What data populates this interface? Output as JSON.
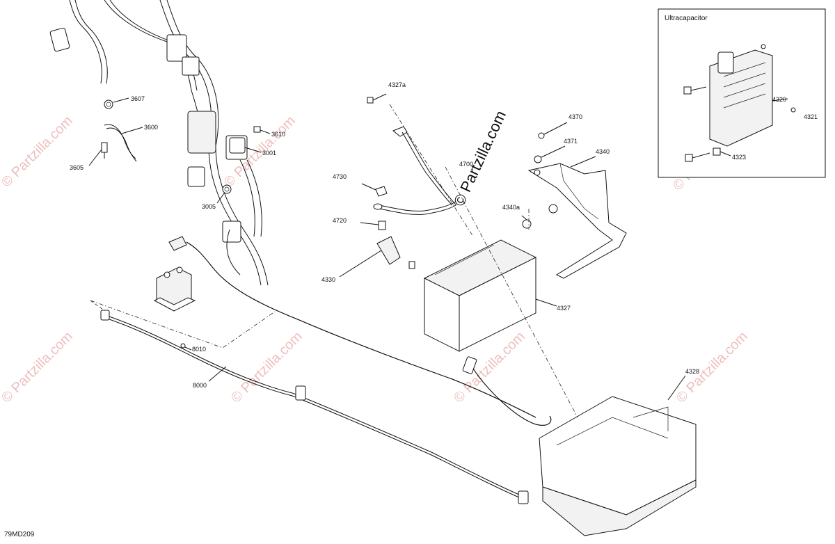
{
  "watermark": "© Partzilla.com",
  "brand": "© Partzilla.com",
  "diagram_ref": "79MD209",
  "inset": {
    "title": "Ultracapacitor"
  },
  "callouts": {
    "c3607": "3607",
    "c3600": "3600",
    "c3605": "3605",
    "c3610": "3610",
    "c3001": "3001",
    "c3005": "3005",
    "c4327a": "4327a",
    "c4370": "4370",
    "c4371": "4371",
    "c4340": "4340",
    "c4700": "4700",
    "c4730": "4730",
    "c4720": "4720",
    "c4340a": "4340a",
    "c4330": "4330",
    "c4327": "4327",
    "c4328": "4328",
    "c8010": "8010",
    "c8000": "8000",
    "c4320": "4320",
    "c4321": "4321",
    "c4323": "4323"
  }
}
